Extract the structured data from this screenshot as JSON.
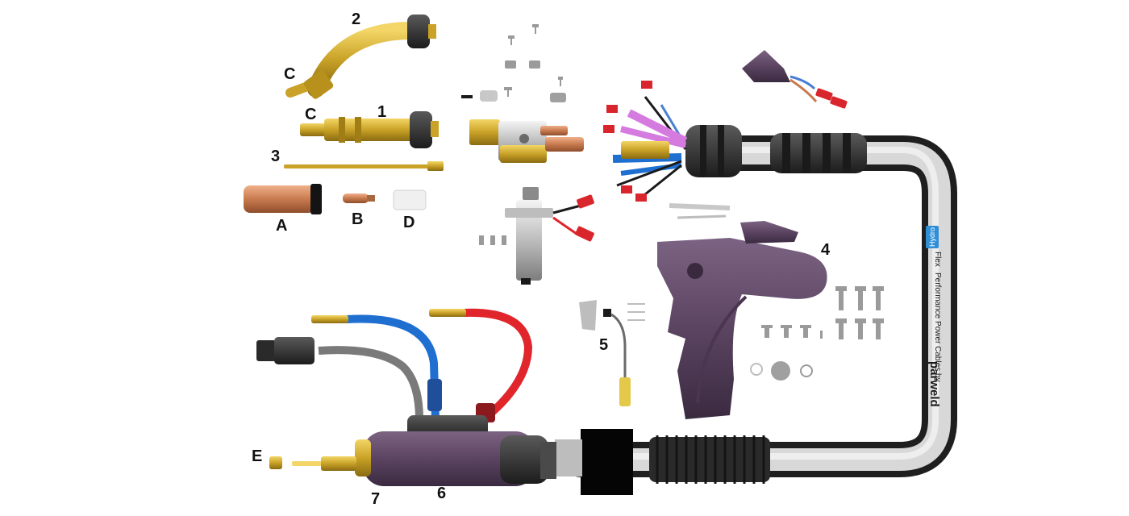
{
  "diagram": {
    "callouts": {
      "c_top": "C",
      "two": "2",
      "c_mid": "C",
      "one": "1",
      "three": "3",
      "a": "A",
      "b": "B",
      "d": "D",
      "four": "4",
      "five": "5",
      "e": "E",
      "seven": "7",
      "six": "6"
    },
    "cable": {
      "hydro_badge": "Hydro",
      "flex": "Flex",
      "tagline": "Performance Power Cables by",
      "brand": "parweld"
    }
  },
  "colors": {
    "brass": "#c9a227",
    "copper": "#c87a4e",
    "handle_purple": "#5b4461",
    "cable_dark": "#2a2a2a",
    "cable_light": "#d8d8d8",
    "water_blue": "#1f6fd1",
    "water_red": "#e0252b",
    "wire_pink": "#d57be0",
    "lug_red": "#d9262c",
    "nozzle_rubber": "#3b3b3b"
  }
}
